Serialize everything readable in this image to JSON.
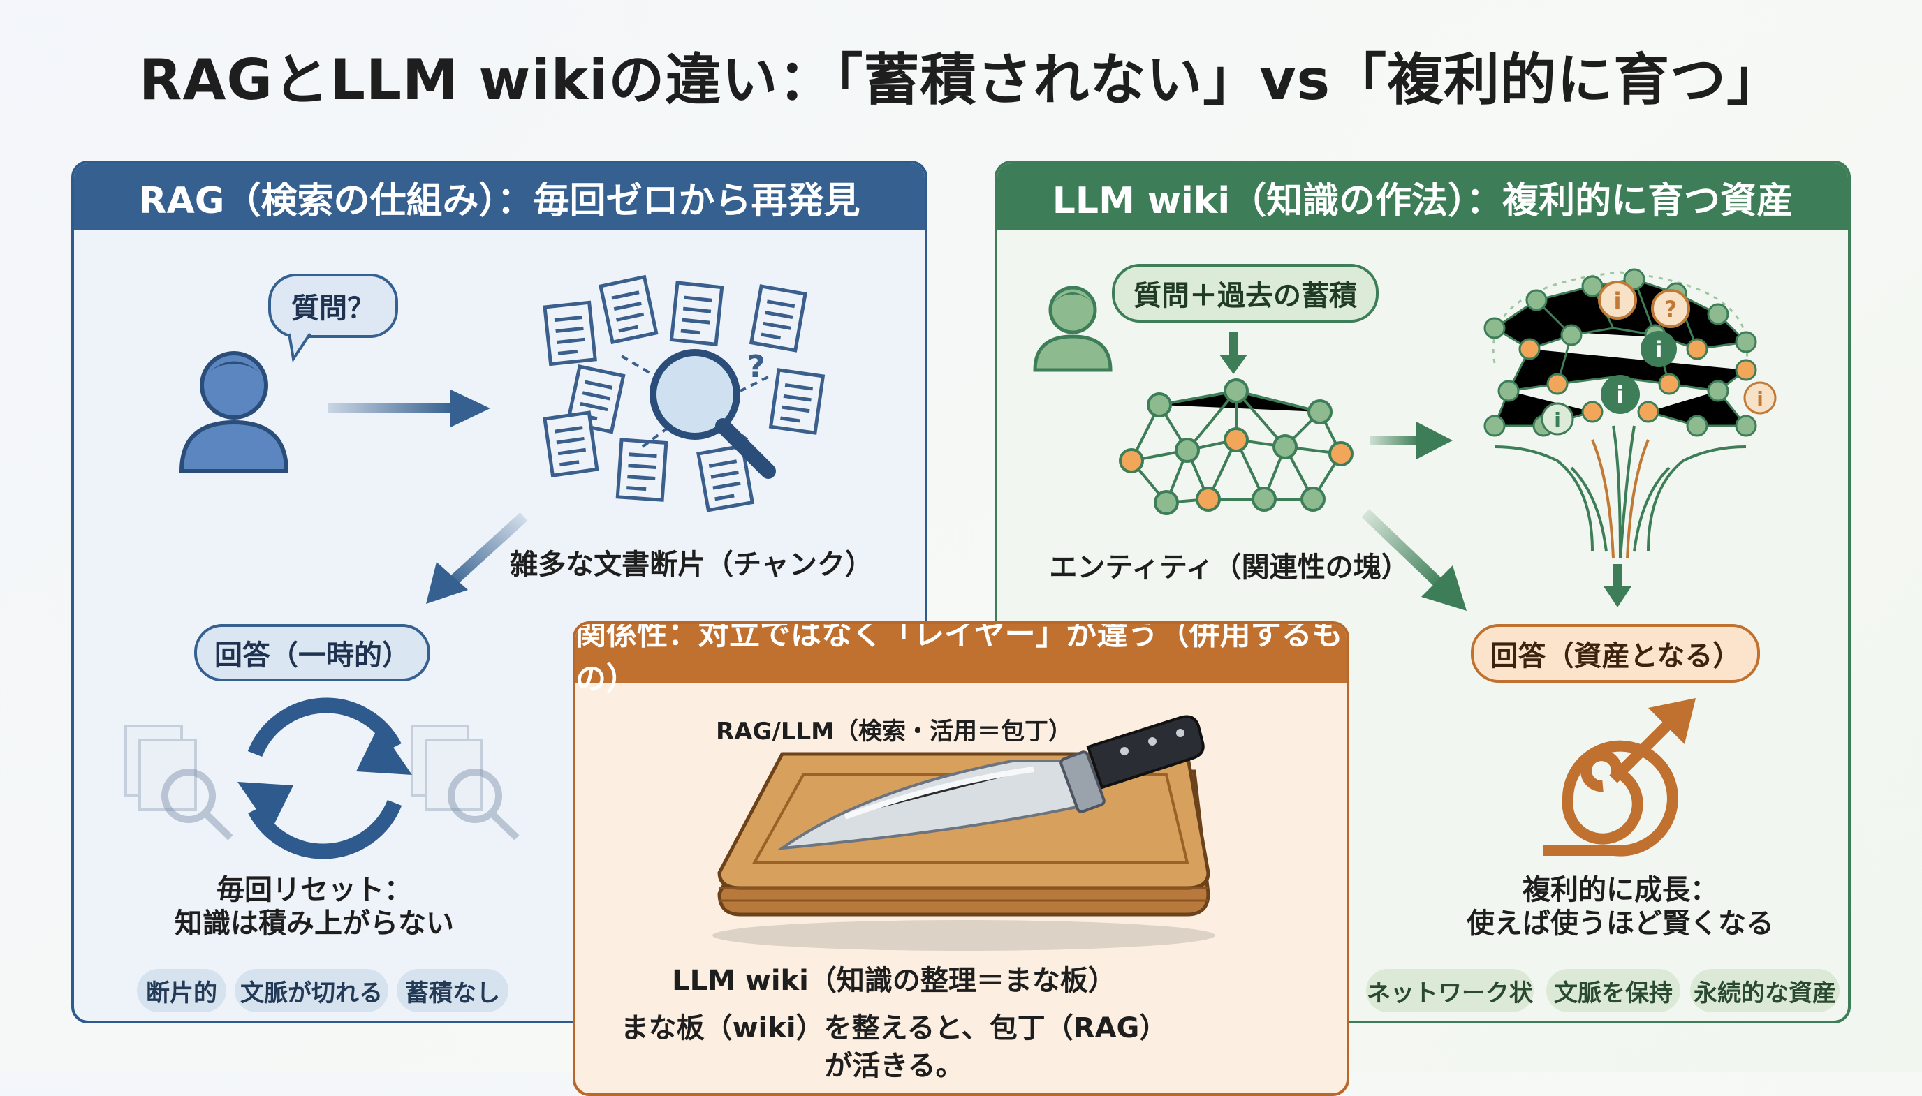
{
  "title": "RAGとLLM wikiの違い：「蓄積されない」vs「複利的に育つ」",
  "rag": {
    "header": "RAG（検索の仕組み）：毎回ゼロから再発見",
    "question": "質問？",
    "fragments_label": "雑多な文書断片（チャンク）",
    "answer": "回答（一時的）",
    "reset_line1": "毎回リセット：",
    "reset_line2": "知識は積み上がらない",
    "tags": [
      "断片的",
      "文脈が切れる",
      "蓄積なし"
    ]
  },
  "wiki": {
    "header": "LLM wiki（知識の作法）：複利的に育つ資産",
    "question": "質問＋過去の蓄積",
    "entity_label": "エンティティ（関連性の塊）",
    "answer": "回答（資産となる）",
    "growth_line1": "複利的に成長：",
    "growth_line2": "使えば使うほど賢くなる",
    "tags": [
      "ネットワーク状",
      "文脈を保持",
      "永続的な資産"
    ]
  },
  "relation": {
    "header": "関係性：対立ではなく「レイヤー」が違う（併用するもの）",
    "knife_label": "RAG/LLM（検索・活用＝包丁）",
    "board_label": "LLM wiki（知識の整理＝まな板）",
    "conclusion": "まな板（wiki）を整えると、包丁（RAG）が活きる。"
  },
  "colors": {
    "rag_blue": "#35608f",
    "wiki_green": "#3d7d57",
    "relation_orange": "#c0702f",
    "node_orange": "#f2a65a"
  }
}
